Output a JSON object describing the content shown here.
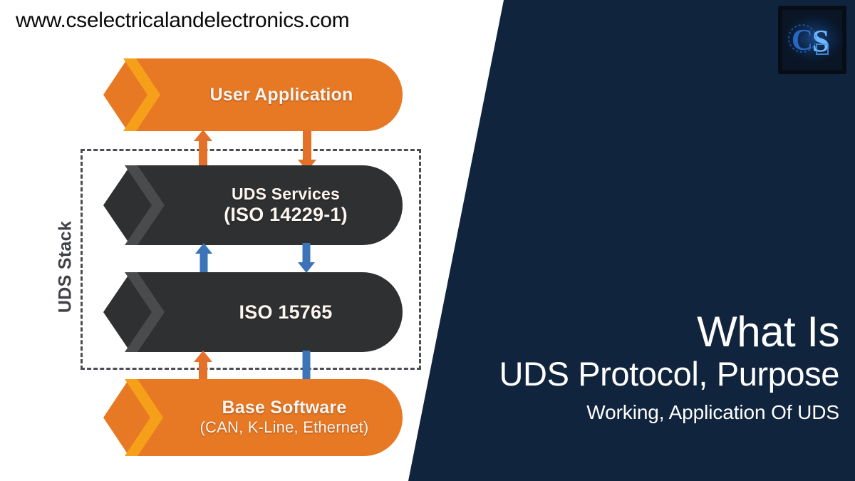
{
  "site": {
    "url": "www.cselectricalandelectronics.com",
    "logo_icon": "cs-logo-icon",
    "logo_text": "CS"
  },
  "colors": {
    "orange": "#E87924",
    "orange_accent": "#F6A019",
    "dark": "#2F3031",
    "dark_accent": "#4A4B4D",
    "navy": "#11243D",
    "blue_arrow": "#3D74B8",
    "orange_arrow": "#E4702A",
    "dashed_border": "#4A4D52",
    "label_gray": "#3F4246",
    "band_text": "#FDF5EF"
  },
  "diagram": {
    "stack_label": "UDS Stack",
    "bands": [
      {
        "id": "user-application",
        "style": "orange",
        "line1": "User Application",
        "line2": ""
      },
      {
        "id": "uds-services",
        "style": "dark",
        "line1": "UDS Services",
        "line2": "(ISO 14229-1)"
      },
      {
        "id": "iso-15765",
        "style": "dark",
        "line1": "ISO 15765",
        "line2": ""
      },
      {
        "id": "base-software",
        "style": "orange",
        "line1": "Base Software",
        "line2": "(CAN, K-Line, Ethernet)"
      }
    ],
    "arrows": [
      {
        "id": "app-to-uds-up",
        "icon": "arrow-up-icon",
        "color": "orange"
      },
      {
        "id": "app-to-uds-down",
        "icon": "arrow-down-icon",
        "color": "orange"
      },
      {
        "id": "uds-to-iso-up",
        "icon": "arrow-up-icon",
        "color": "blue"
      },
      {
        "id": "uds-to-iso-down",
        "icon": "arrow-down-icon",
        "color": "blue"
      },
      {
        "id": "iso-to-base-up",
        "icon": "arrow-up-icon",
        "color": "orange"
      },
      {
        "id": "iso-to-base-down",
        "icon": "arrow-down-icon",
        "color": "blue"
      }
    ]
  },
  "headline": {
    "line1": "What Is",
    "line2": "UDS Protocol, Purpose",
    "line3": "Working, Application Of UDS"
  }
}
